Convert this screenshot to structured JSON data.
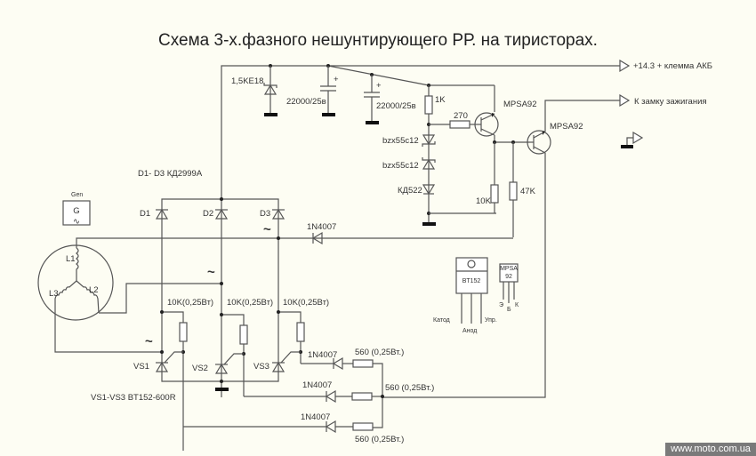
{
  "title": "Схема 3-х.фазного нешунтирующего РР. на тиристорах.",
  "outputs": {
    "battery": "+14.3  + клемма АКБ",
    "ignition": "К замку зажигания"
  },
  "components": {
    "tvs": "1,5KE18",
    "cap1": "22000/25в",
    "cap2": "22000/25в",
    "r_1k": "1K",
    "r_270": "270",
    "q1": "MPSA92",
    "q2": "MPSA92",
    "zener1": "bzx55c12",
    "zener2": "bzx55c12",
    "diode_kd522": "КД522",
    "r_10k": "10K",
    "r_47k": "47K",
    "bridge_note": "D1- D3   КД2999А",
    "d1": "D1",
    "d2": "D2",
    "d3": "D3",
    "diode_top": "1N4007",
    "gen_caption": "Gen",
    "gen_letter": "G",
    "gen_wave": "∿",
    "l1": "L1",
    "l2": "L2",
    "l3": "L3",
    "r_gate1": "10K(0,25Вт)",
    "r_gate2": "10K(0,25Вт)",
    "r_gate3": "10K(0,25Вт)",
    "vs1": "VS1",
    "vs2": "VS2",
    "vs3": "VS3",
    "thyristor_note": "VS1-VS3  BT152-600R",
    "diode_g1": "1N4007",
    "diode_g2": "1N4007",
    "diode_g3": "1N4007",
    "r_560_1": "560 (0,25Вт.)",
    "r_560_2": "560 (0,25Вт.)",
    "r_560_3": "560 (0,25Вт.)",
    "ac_mark": "~"
  },
  "pinouts": {
    "bt152": {
      "name": "BT152",
      "pins": [
        "Катод",
        "Анод",
        "Упр."
      ]
    },
    "mpsa92": {
      "name_top": "MPSA",
      "name_bottom": "92",
      "pins": [
        "Э",
        "Б",
        "К"
      ]
    }
  },
  "watermark": "www.moto.com.ua"
}
